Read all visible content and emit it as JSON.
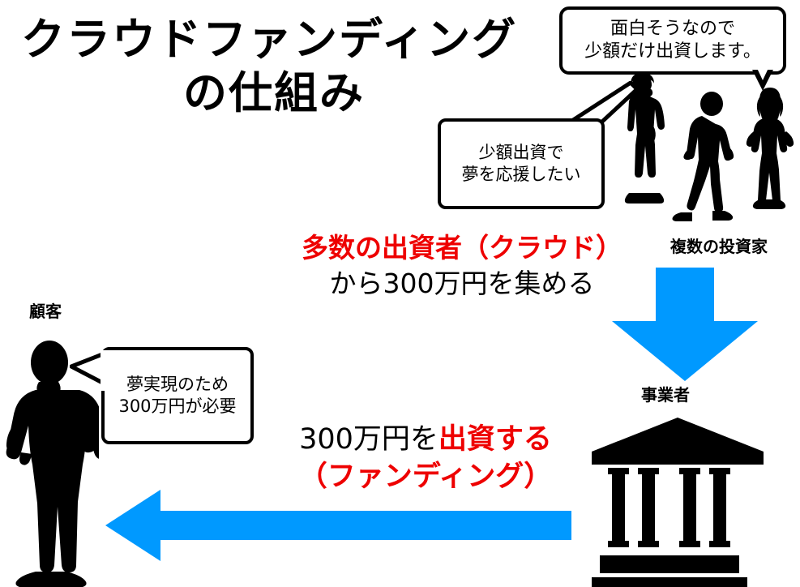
{
  "title": {
    "line1": "クラウドファンディング",
    "line2": "の仕組み"
  },
  "bubbles": {
    "investor_top": {
      "line1": "面白そうなので",
      "line2": "少額だけ出資します。"
    },
    "investor_left": {
      "line1": "少額出資で",
      "line2": "夢を応援したい"
    },
    "customer": {
      "line1": "夢実現のため",
      "line2": "300万円が必要"
    }
  },
  "flow": {
    "top": {
      "line1_red": "多数の出資者（クラウド）",
      "line2_black": "から300万円を集める"
    },
    "bottom": {
      "line1_black": "300万円を",
      "line1_red": "出資する",
      "line2_red": "（ファンディング）"
    }
  },
  "labels": {
    "customer": "顧客",
    "investors": "複数の投資家",
    "business": "事業者"
  },
  "icons": {
    "arrow_down": "arrow-down-icon",
    "arrow_left": "arrow-left-icon",
    "customer_figure": "person-silhouette-icon",
    "investor_figures": "three-people-silhouette-icon",
    "bank_building": "bank-building-icon"
  },
  "colors": {
    "accent_red": "#EE0000",
    "accent_blue": "#0099FF",
    "foreground": "#000000",
    "background": "#FFFFFF"
  }
}
